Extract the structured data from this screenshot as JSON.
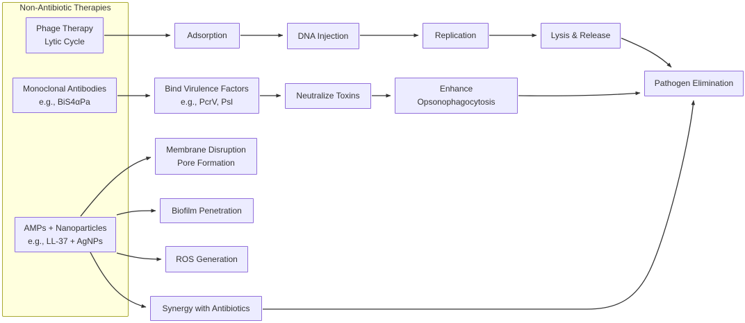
{
  "diagram": {
    "type": "flowchart",
    "cluster": {
      "title": "Non-Antibiotic Therapies"
    },
    "colors": {
      "node_fill": "#ECECFF",
      "node_border": "#9370DB",
      "cluster_fill": "#FFFFDE",
      "cluster_border": "#AAAA33",
      "arrow": "#333333",
      "text": "#333333",
      "background": "#FFFFFF"
    },
    "nodes": {
      "phage": {
        "line1": "Phage Therapy",
        "line2": "Lytic Cycle"
      },
      "adsorption": {
        "line1": "Adsorption"
      },
      "dna": {
        "line1": "DNA Injection"
      },
      "replication": {
        "line1": "Replication"
      },
      "lysis": {
        "line1": "Lysis & Release"
      },
      "monoclonal": {
        "line1": "Monoclonal Antibodies",
        "line2": "e.g., BiS4αPa"
      },
      "bind": {
        "line1": "Bind Virulence Factors",
        "line2": "e.g., PcrV, Psl"
      },
      "neutralize": {
        "line1": "Neutralize Toxins"
      },
      "enhance": {
        "line1": "Enhance",
        "line2": "Opsonophagocytosis"
      },
      "pathogen": {
        "line1": "Pathogen Elimination"
      },
      "membrane": {
        "line1": "Membrane Disruption",
        "line2": "Pore Formation"
      },
      "biofilm": {
        "line1": "Biofilm Penetration"
      },
      "amps": {
        "line1": "AMPs + Nanoparticles",
        "line2": "e.g., LL-37 + AgNPs"
      },
      "ros": {
        "line1": "ROS Generation"
      },
      "synergy": {
        "line1": "Synergy with Antibiotics"
      }
    },
    "edges": [
      {
        "from": "Phage Therapy Lytic Cycle",
        "to": "Adsorption"
      },
      {
        "from": "Adsorption",
        "to": "DNA Injection"
      },
      {
        "from": "DNA Injection",
        "to": "Replication"
      },
      {
        "from": "Replication",
        "to": "Lysis & Release"
      },
      {
        "from": "Lysis & Release",
        "to": "Pathogen Elimination"
      },
      {
        "from": "Monoclonal Antibodies",
        "to": "Bind Virulence Factors"
      },
      {
        "from": "Bind Virulence Factors",
        "to": "Neutralize Toxins"
      },
      {
        "from": "Neutralize Toxins",
        "to": "Enhance Opsonophagocytosis"
      },
      {
        "from": "Enhance Opsonophagocytosis",
        "to": "Pathogen Elimination"
      },
      {
        "from": "AMPs + Nanoparticles",
        "to": "Membrane Disruption Pore Formation"
      },
      {
        "from": "AMPs + Nanoparticles",
        "to": "Biofilm Penetration"
      },
      {
        "from": "AMPs + Nanoparticles",
        "to": "ROS Generation"
      },
      {
        "from": "AMPs + Nanoparticles",
        "to": "Synergy with Antibiotics"
      },
      {
        "from": "Synergy with Antibiotics",
        "to": "Pathogen Elimination"
      }
    ]
  }
}
